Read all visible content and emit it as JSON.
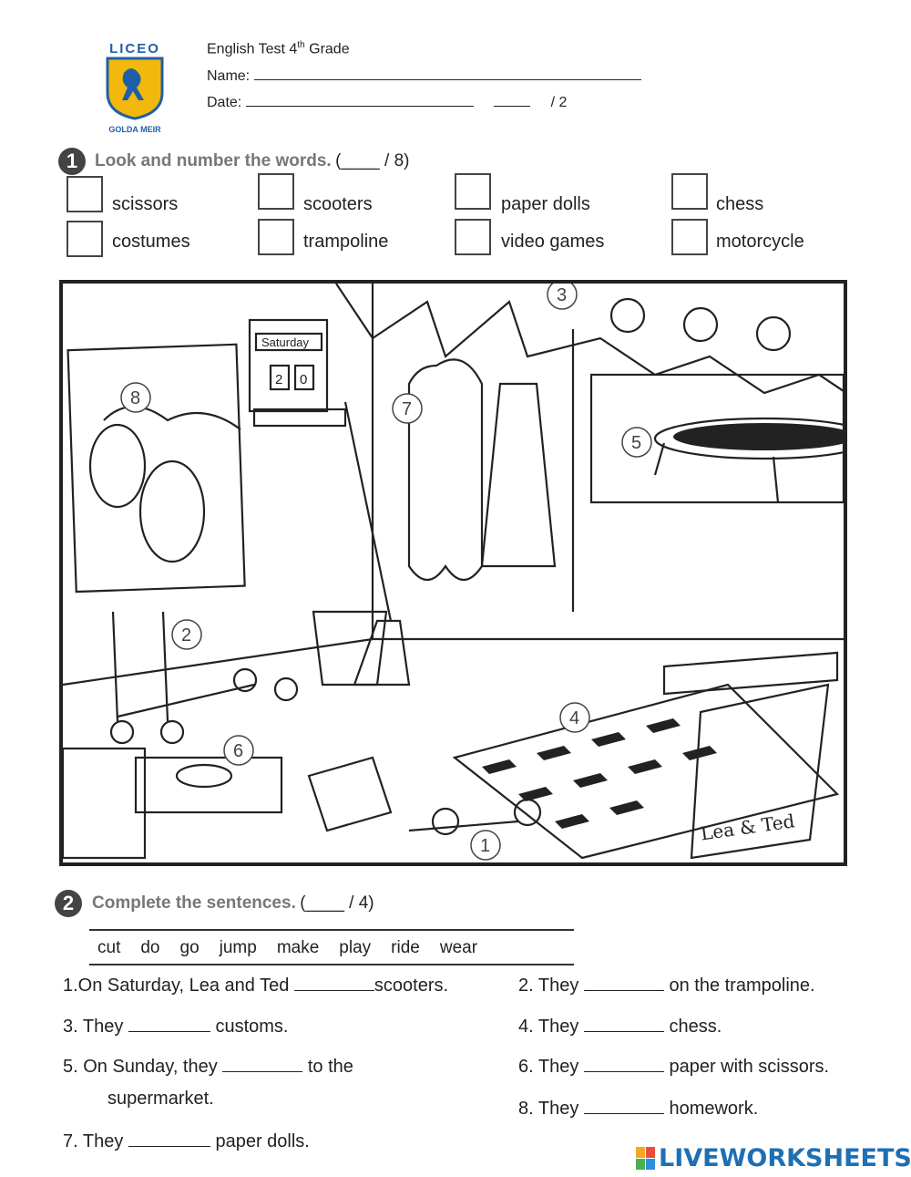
{
  "header": {
    "logo_top": "LICEO",
    "logo_bottom": "GOLDA MEIR",
    "title_prefix": "English Test 4",
    "title_sup": "th",
    "title_suffix": " Grade",
    "name_label": "Name: ",
    "date_label": "Date: ",
    "score_total": "/ 2"
  },
  "section1": {
    "number": "1",
    "title": "Look and number the words.",
    "score": "(____ / 8)",
    "words": [
      "scissors",
      "scooters",
      "paper dolls",
      "chess",
      "costumes",
      "trampoline",
      "video games",
      "motorcycle"
    ]
  },
  "scene": {
    "calendar_day": "Saturday",
    "calendar_digits": [
      "2",
      "0"
    ],
    "photo_caption": "Lea & Ted",
    "markers": [
      "1",
      "2",
      "3",
      "4",
      "5",
      "6",
      "7",
      "8"
    ]
  },
  "section2": {
    "number": "2",
    "title": "Complete the sentences.",
    "score": "(____ / 4)",
    "word_bank": [
      "cut",
      "do",
      "go",
      "jump",
      "make",
      "play",
      "ride",
      "wear"
    ],
    "sentences": {
      "s1_a": "1.On Saturday, Lea and Ted ",
      "s1_b": "scooters.",
      "s2_a": "2.  They ",
      "s2_b": " on the trampoline.",
      "s3_a": "3. They ",
      "s3_b": " customs.",
      "s4_a": "4.  They ",
      "s4_b": " chess.",
      "s5_a": "5. On Sunday, they ",
      "s5_b": " to the",
      "s5_c": "supermarket.",
      "s6_a": "6.  They ",
      "s6_b": " paper with scissors.",
      "s7_a": "7. They ",
      "s7_b": " paper dolls.",
      "s8_a": "8.  They ",
      "s8_b": " homework."
    }
  },
  "footer": {
    "brand": "LIVEWORKSHEETS"
  },
  "colors": {
    "brand_blue": "#1e6fb3",
    "logo_blue": "#1f5fa8",
    "logo_gold": "#f2b90c"
  }
}
